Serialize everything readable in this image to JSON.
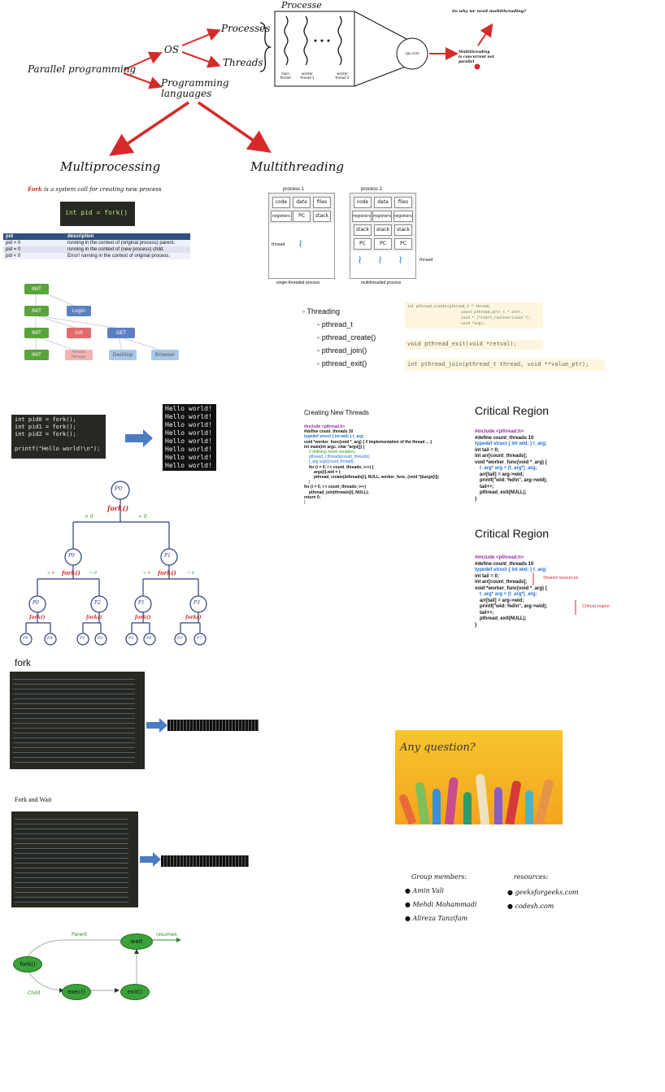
{
  "top": {
    "root": "Parallel programming",
    "os": "OS",
    "processes": "Processes",
    "threads": "Threads",
    "prog_lang": "Programming languages",
    "procs_box_title": "Processe",
    "thread_labels": [
      "main thread",
      "worker thread 1",
      "worker thread 2"
    ],
    "cpu_label": "cpu core",
    "question": "So why we need multithreading?",
    "note": "Multithreading is concurrent not parallel"
  },
  "multiprocessing": {
    "title": "Multiprocessing",
    "fork_word": "Fork",
    "fork_desc": " is a system call for creating new process",
    "code": "int pid = fork()",
    "table": {
      "headers": [
        "pid",
        "description"
      ],
      "rows": [
        [
          "pid > 0",
          "running in the context of (original process) parent."
        ],
        [
          "pid = 0",
          "running in the context of (new process) child."
        ],
        [
          "pid < 0",
          "Error! running in the context of original process."
        ]
      ]
    },
    "tree_nodes": [
      "INIT",
      "INIT",
      "Login",
      "INIT",
      "init",
      "GET",
      "INIT",
      "Window Manager",
      "Desktop",
      "Browser"
    ]
  },
  "multithreading": {
    "title": "Multithreading",
    "process1": "process 1",
    "process2": "process 2",
    "cells": [
      "code",
      "data",
      "files",
      "registers",
      "PC",
      "stack"
    ],
    "thread": "thread",
    "single_caption": "single-threaded process",
    "multi_caption": "multithreaded process",
    "list_title": "Threading",
    "list_items": [
      "pthread_t",
      "pthread_create()",
      "pthread_join()",
      "pthread_exit()"
    ],
    "sig_create": [
      "int pthread_create(pthread_t * thread,",
      "const pthread_attr_t * attr,",
      "void * (*start_routine)(void *),",
      "void *arg);"
    ],
    "sig_exit": "void pthread_exit(void *retval);",
    "sig_join": "int pthread_join(pthread_t thread, void **value_ptr);"
  },
  "fork_demo": {
    "code": [
      "int pid0 = fork();",
      "int pid1 = fork();",
      "int pid2 = fork();",
      "",
      "printf(\"Hello world!\\n\");"
    ],
    "output": [
      "Hello world!",
      "Hello world!",
      "Hello world!",
      "Hello world!",
      "Hello world!",
      "Hello world!",
      "Hello world!",
      "Hello world!"
    ]
  },
  "fork_tree": {
    "root": "P0",
    "fork_label": "fork()",
    "level1": [
      "P0",
      "P1"
    ],
    "level2": [
      "P0",
      "P2",
      "P1",
      "P3"
    ],
    "leaves": [
      "P0",
      "P4",
      "P2",
      "P5",
      "P1",
      "P6",
      "P3",
      "P7"
    ],
    "gt": "> 0",
    "eq": "= 0"
  },
  "creating_threads": {
    "title": "Creating New Threads",
    "lines": [
      "#include <pthread.h>",
      "#define count_threads 10",
      "typedef struct { int wid; } t_arg;",
      "void *worker_func(void *_arg) { // implementation of the thread ... }",
      "int main(int argc, char *argv[]) {",
      "    // defining some variables",
      "    pthread_t threads[count_threads];",
      "    t_arg args[count_thread];",
      "    for (i = 0; i < count_threads; i++) {",
      "        args[i].wid = i;",
      "        pthread_create(&threads[i], NULL, worker_func, (void *)&args[i]);",
      "    }",
      "    for (i = 0; i < count_threads; i++)",
      "        pthread_join(threads[i], NULL);",
      "    return 0;",
      "}"
    ]
  },
  "critical1": {
    "title": "Critical Region",
    "lines": [
      "#include <pthread.h>",
      "#define count_threads 10",
      "typedef struct { int wid; } t_arg;",
      "int tail = 0;",
      "int arr[count_threads];",
      "void *worker_func(void *_arg) {",
      "    t_arg* arg = (t_arg*)_arg;",
      "    arr[tail] = arg->wid;",
      "    printf(\"wid: %d\\n\", arg->wid);",
      "    tail++;",
      "    pthread_exit(NULL);",
      "}"
    ]
  },
  "critical2": {
    "title": "Critical Region",
    "lines": [
      "#include <pthread.h>",
      "#define count_threads 10",
      "typedef struct { int wid; } t_arg;",
      "int tail = 0;",
      "int arr[count_threads];",
      "void *worker_func(void *_arg) {",
      "    t_arg* arg = (t_arg*)_arg;",
      "    arr[tail] = arg->wid;",
      "    printf(\"wid: %d\\n\", arg->wid);",
      "    tail++;",
      "    pthread_exit(NULL);",
      "}"
    ],
    "shared": "Shared resources",
    "region": "Critical region"
  },
  "fork_section": {
    "title": "fork"
  },
  "fork_wait_section": {
    "title": "Fork and Wait"
  },
  "flow": {
    "fork": "fork()",
    "wait": "wait",
    "exec": "exec()",
    "exit": "exit()",
    "parent": "Parent",
    "child": "Child",
    "resumes": "resumes"
  },
  "question_card": {
    "text": "Any question?"
  },
  "footer": {
    "members_title": "Group members:",
    "members": [
      "Amin Vali",
      "Mehdi Mohammadi",
      "Alireza Tanzifam"
    ],
    "resources_title": "resources:",
    "resources": [
      "geeksforgeeks.com",
      "codesh.com"
    ]
  },
  "colors": {
    "red_arrow": "#d62a2a",
    "blue_arrow": "#4a7cc2",
    "node_green": "#5ba33c"
  }
}
